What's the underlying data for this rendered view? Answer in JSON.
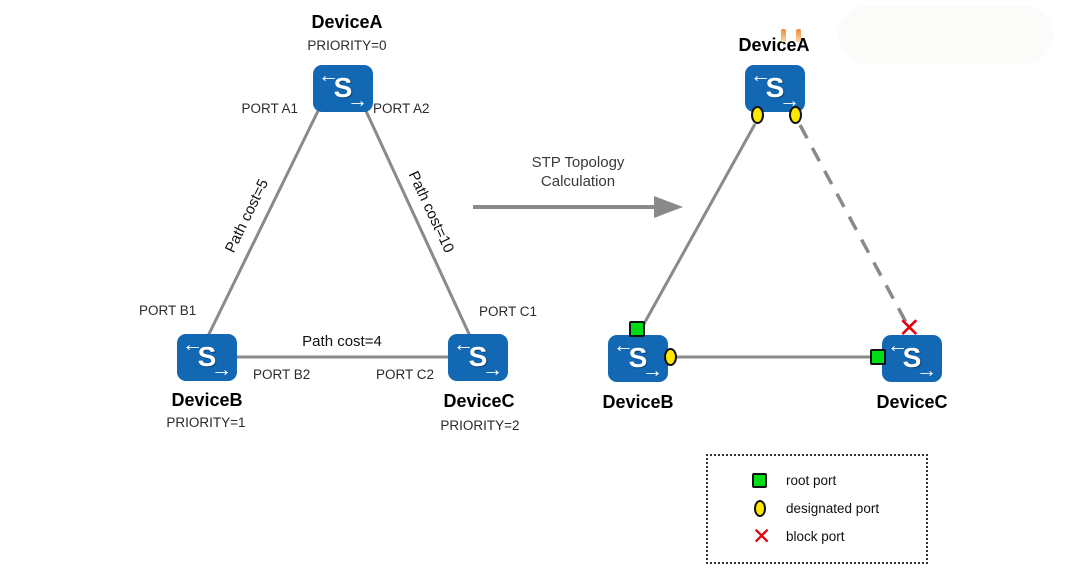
{
  "icons": {
    "switch_letter": "S",
    "arrow_left": "←",
    "arrow_right": "→",
    "block_x": "✕"
  },
  "left_diagram": {
    "device_a": {
      "name": "DeviceA",
      "priority": "PRIORITY=0",
      "port_1": "PORT A1",
      "port_2": "PORT A2"
    },
    "device_b": {
      "name": "DeviceB",
      "priority": "PRIORITY=1",
      "port_1": "PORT B1",
      "port_2": "PORT B2"
    },
    "device_c": {
      "name": "DeviceC",
      "priority": "PRIORITY=2",
      "port_1": "PORT C1",
      "port_2": "PORT C2"
    },
    "link_ab_cost": "Path cost=5",
    "link_ac_cost": "Path cost=10",
    "link_bc_cost": "Path cost=4"
  },
  "transition_arrow": {
    "label_line1": "STP Topology",
    "label_line2": "Calculation"
  },
  "right_diagram": {
    "device_a_name": "DeviceA",
    "device_b_name": "DeviceB",
    "device_c_name": "DeviceC"
  },
  "legend": {
    "items": [
      {
        "symbol": "root-port",
        "label": "root port"
      },
      {
        "symbol": "designated-port",
        "label": "designated port"
      },
      {
        "symbol": "block-port",
        "label": "block port"
      }
    ]
  },
  "colors": {
    "switch_blue": "#1268b3",
    "line_gray": "#8a8a8a",
    "root_port_green": "#00dd17",
    "designated_port_yellow": "#ffe800",
    "block_port_red": "#e3000f"
  }
}
